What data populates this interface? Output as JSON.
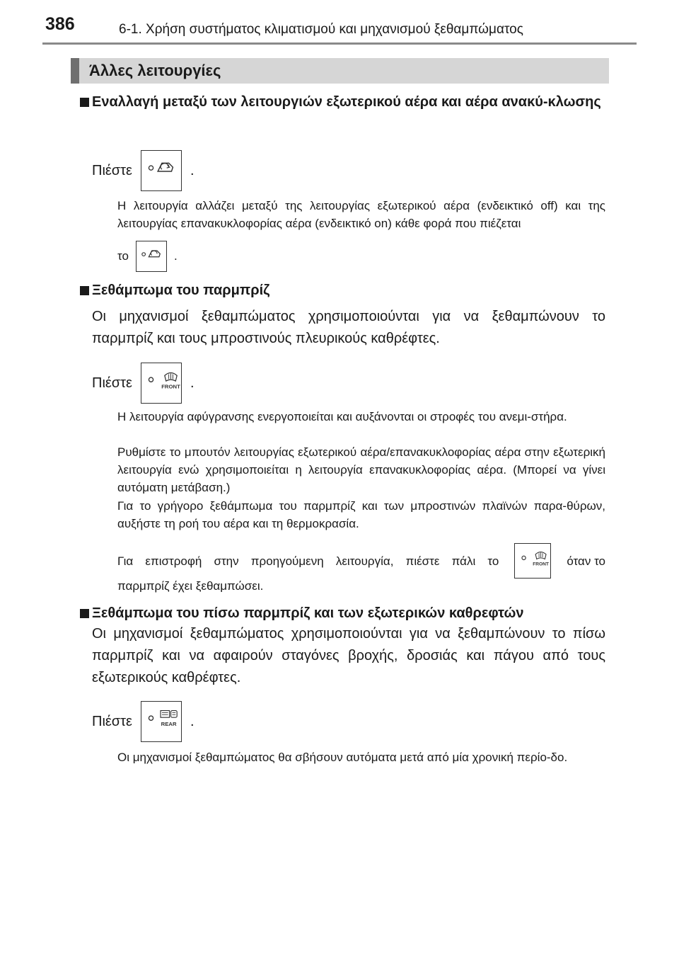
{
  "header": {
    "page_number": "386",
    "title": "6-1. Χρήση συστήματος κλιματισμού και μηχανισμού ξεθαμπώματος"
  },
  "section": {
    "title": "Άλλες λειτουργίες"
  },
  "items": [
    {
      "title": "Εναλλαγή μεταξύ των λειτουργιών εξωτερικού αέρα και αέρα ανακύ-κλωσης",
      "press_label": "Πιέστε",
      "press_end": ".",
      "button_icon": "air-recirculation-icon",
      "note": "Η λειτουργία αλλάζει μεταξύ της λειτουργίας εξωτερικού αέρα (ενδεικτικό off) και της λειτουργίας επανακυκλοφορίας αέρα (ενδεικτικό on) κάθε φορά που πιέζεται",
      "note_end_prefix": "το",
      "note_end_suffix": "."
    },
    {
      "title": "Ξεθάμπωμα του παρμπρίζ",
      "body": "Οι μηχανισμοί ξεθαμπώματος χρησιμοποιούνται για να ξεθαμπώνουν το παρμπρίζ και τους μπροστινούς πλευρικούς καθρέφτες.",
      "press_label": "Πιέστε",
      "press_end": ".",
      "button_icon": "front-defroster-icon",
      "button_text": "FRONT",
      "note_1": "Η λειτουργία αφύγρανσης ενεργοποιείται και αυξάνονται οι στροφές του ανεμι-στήρα.",
      "note_2": "Ρυθμίστε το μπουτόν λειτουργίας εξωτερικού αέρα/επανακυκλοφορίας αέρα στην εξωτερική λειτουργία ενώ χρησιμοποιείται η λειτουργία επανακυκλοφορίας αέρα. (Μπορεί να γίνει αυτόματη μετάβαση.)",
      "note_3": "Για το γρήγορο ξεθάμπωμα του παρμπρίζ και των μπροστινών πλαϊνών παρα-θύρων, αυξήστε τη ροή του αέρα και τη θερμοκρασία.",
      "note_4_before": "Για επιστροφή στην προηγούμενη λειτουργία, πιέστε πάλι το",
      "note_4_after": "όταν το",
      "note_4_end": "παρμπρίζ έχει ξεθαμπώσει."
    },
    {
      "title": "Ξεθάμπωμα του πίσω παρμπρίζ και των εξωτερικών καθρεφτών",
      "body": "Οι μηχανισμοί ξεθαμπώματος χρησιμοποιούνται για να ξεθαμπώνουν το πίσω παρμπρίζ και να αφαιρούν σταγόνες βροχής, δροσιάς και πάγου από τους εξωτερικούς καθρέφτες.",
      "press_label": "Πιέστε",
      "press_end": ".",
      "button_icon": "rear-defroster-icon",
      "button_text": "REAR",
      "note": "Οι μηχανισμοί ξεθαμπώματος θα σβήσουν αυτόματα μετά από μία χρονική περίο-δο."
    }
  ],
  "colors": {
    "section_bar": "#d6d6d6",
    "section_accent": "#6f6f6f",
    "rule": "#8a8a8a"
  }
}
